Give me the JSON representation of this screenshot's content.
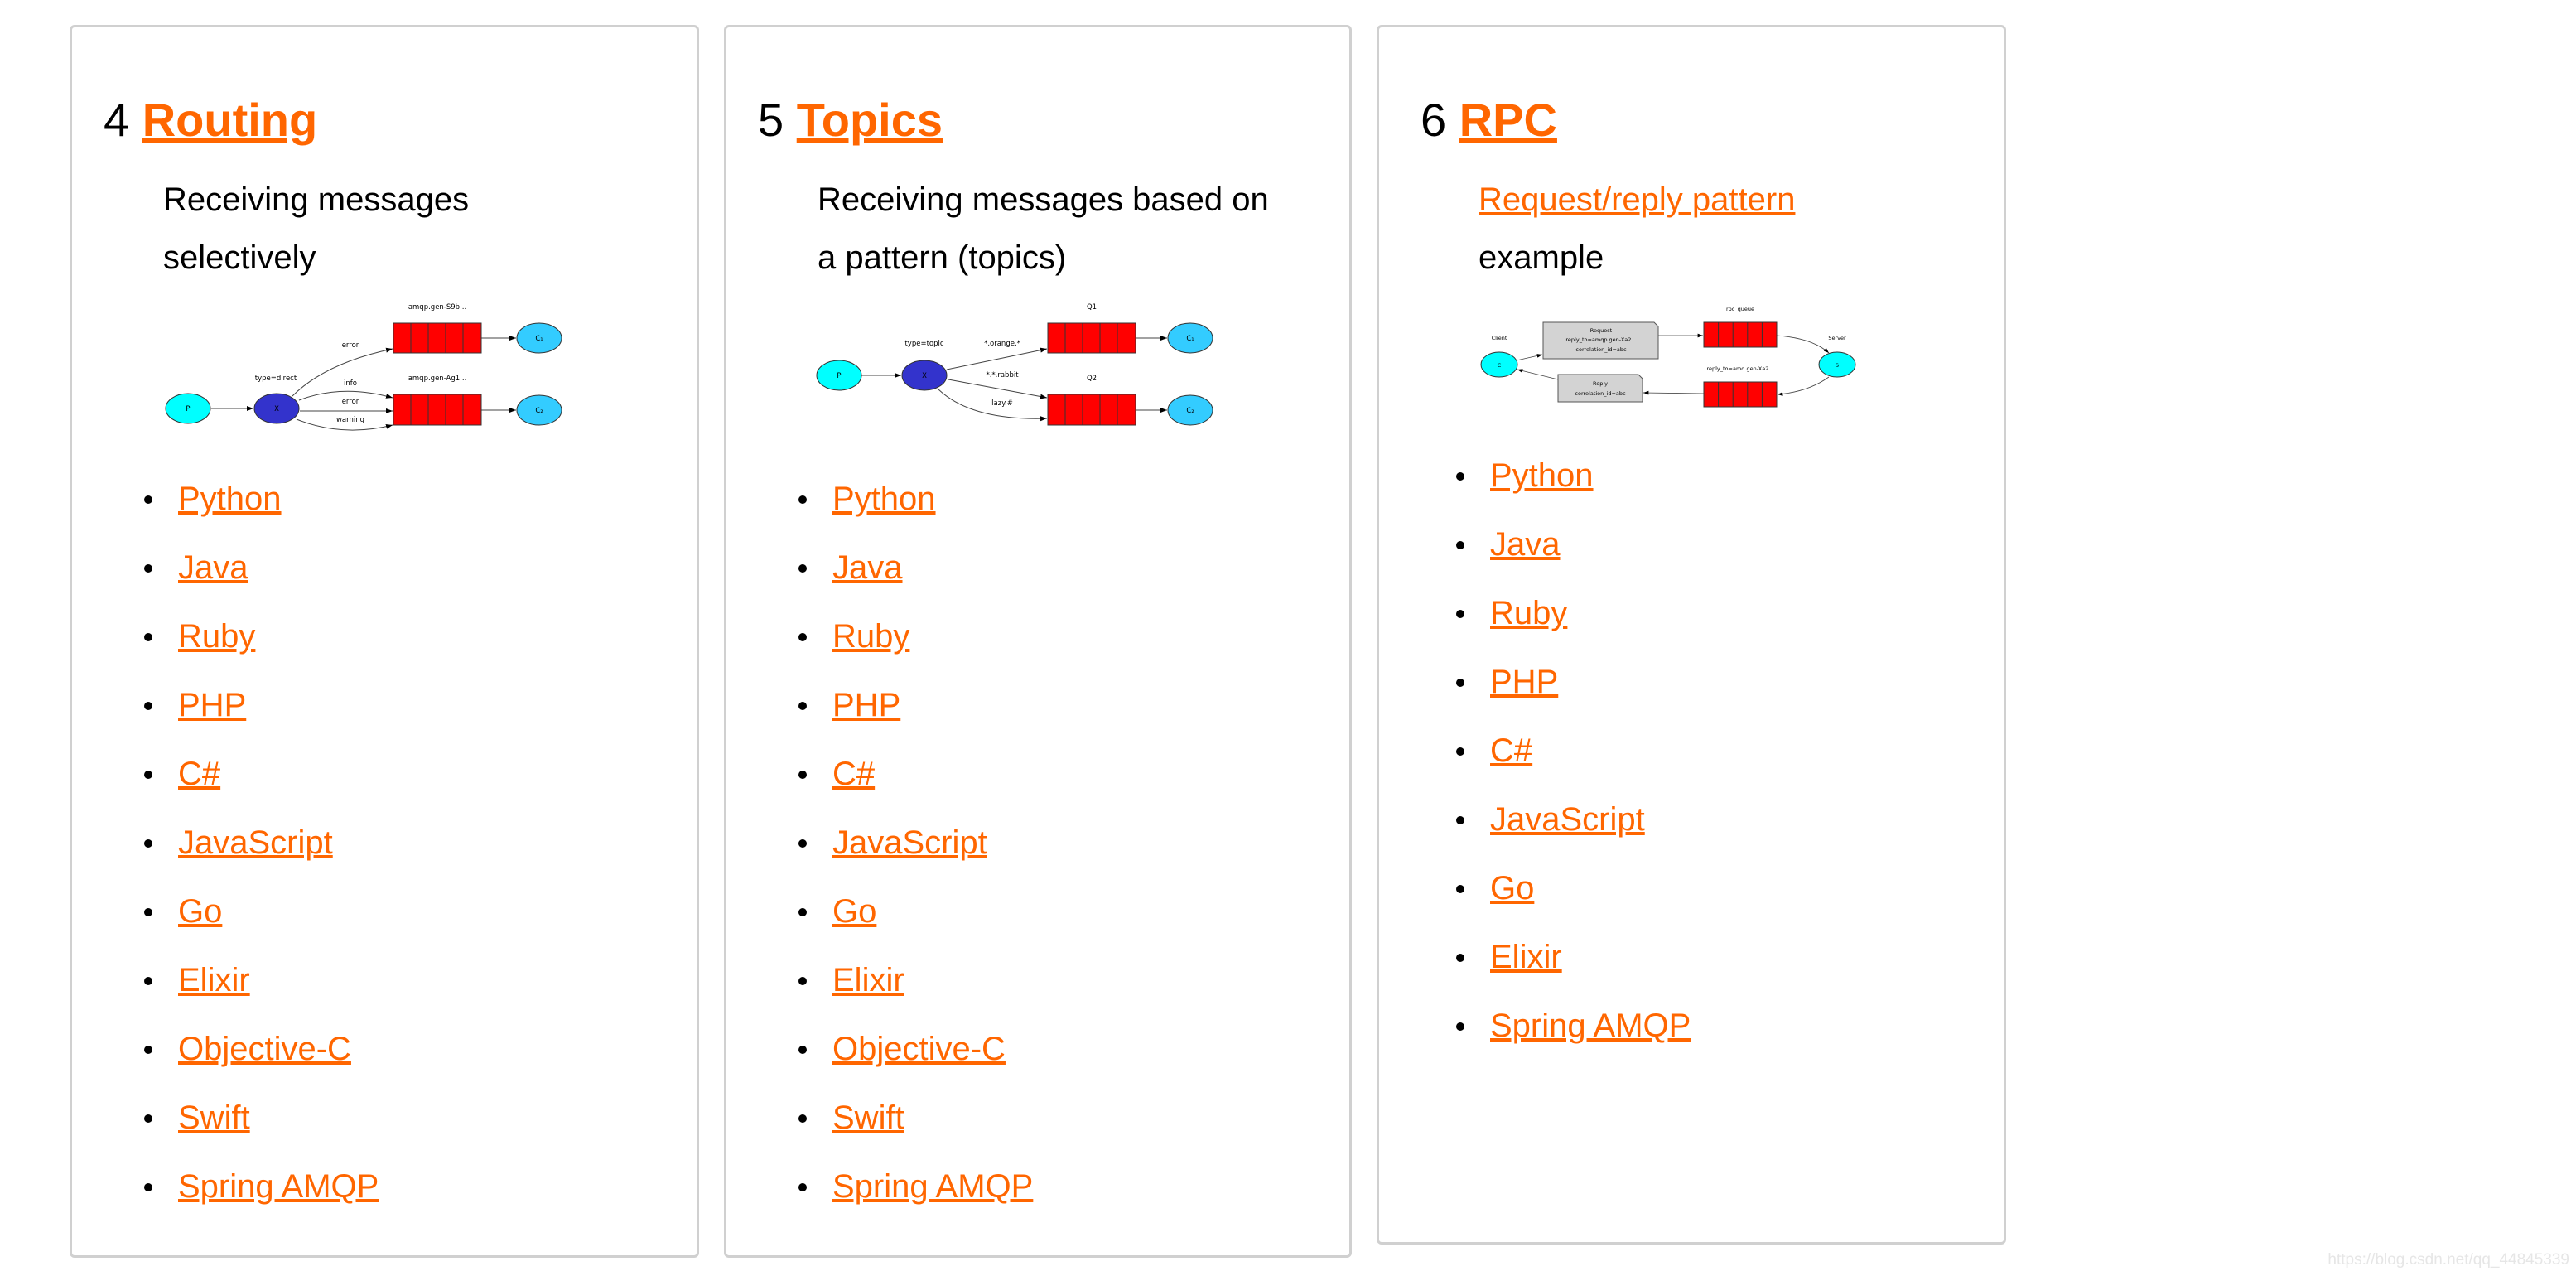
{
  "colors": {
    "accent": "#ff6600",
    "queue": "#ff0000",
    "producer": "#00ffff",
    "exchange": "#3333cc",
    "consumer": "#33ccff",
    "note": "#d3d3d3"
  },
  "languages": [
    "Python",
    "Java",
    "Ruby",
    "PHP",
    "C#",
    "JavaScript",
    "Go",
    "Elixir",
    "Objective-C",
    "Swift",
    "Spring AMQP"
  ],
  "rpc_languages": [
    "Python",
    "Java",
    "Ruby",
    "PHP",
    "C#",
    "JavaScript",
    "Go",
    "Elixir",
    "Spring AMQP"
  ],
  "cards": [
    {
      "number": "4",
      "title": "Routing",
      "description": "Receiving messages selectively",
      "diagram": {
        "producer": "P",
        "exchange": "X",
        "exchange_type": "type=direct",
        "queue1": "amqp.gen-S9b...",
        "queue2": "amqp.gen-Ag1...",
        "c1": "C₁",
        "c2": "C₂",
        "bindings": [
          "error",
          "info",
          "error",
          "warning"
        ]
      }
    },
    {
      "number": "5",
      "title": "Topics",
      "description": "Receiving messages based on a pattern (topics)",
      "diagram": {
        "producer": "P",
        "exchange": "X",
        "exchange_type": "type=topic",
        "queue1": "Q1",
        "queue2": "Q2",
        "c1": "C₁",
        "c2": "C₂",
        "bindings": [
          "*.orange.*",
          "*.*.rabbit",
          "lazy.#"
        ]
      }
    },
    {
      "number": "6",
      "title": "RPC",
      "description_link": "Request/reply pattern",
      "description_rest": "example",
      "diagram": {
        "client_label": "Client",
        "client": "C",
        "server_label": "Server",
        "server": "S",
        "request": [
          "Request",
          "reply_to=amqp.gen-Xa2...",
          "correlation_id=abc"
        ],
        "reply": [
          "Reply",
          "correlation_id=abc"
        ],
        "rpc_queue": "rpc_queue",
        "reply_queue": "reply_to=amq.gen-Xa2..."
      }
    }
  ],
  "watermark": "https://blog.csdn.net/qq_44845339"
}
